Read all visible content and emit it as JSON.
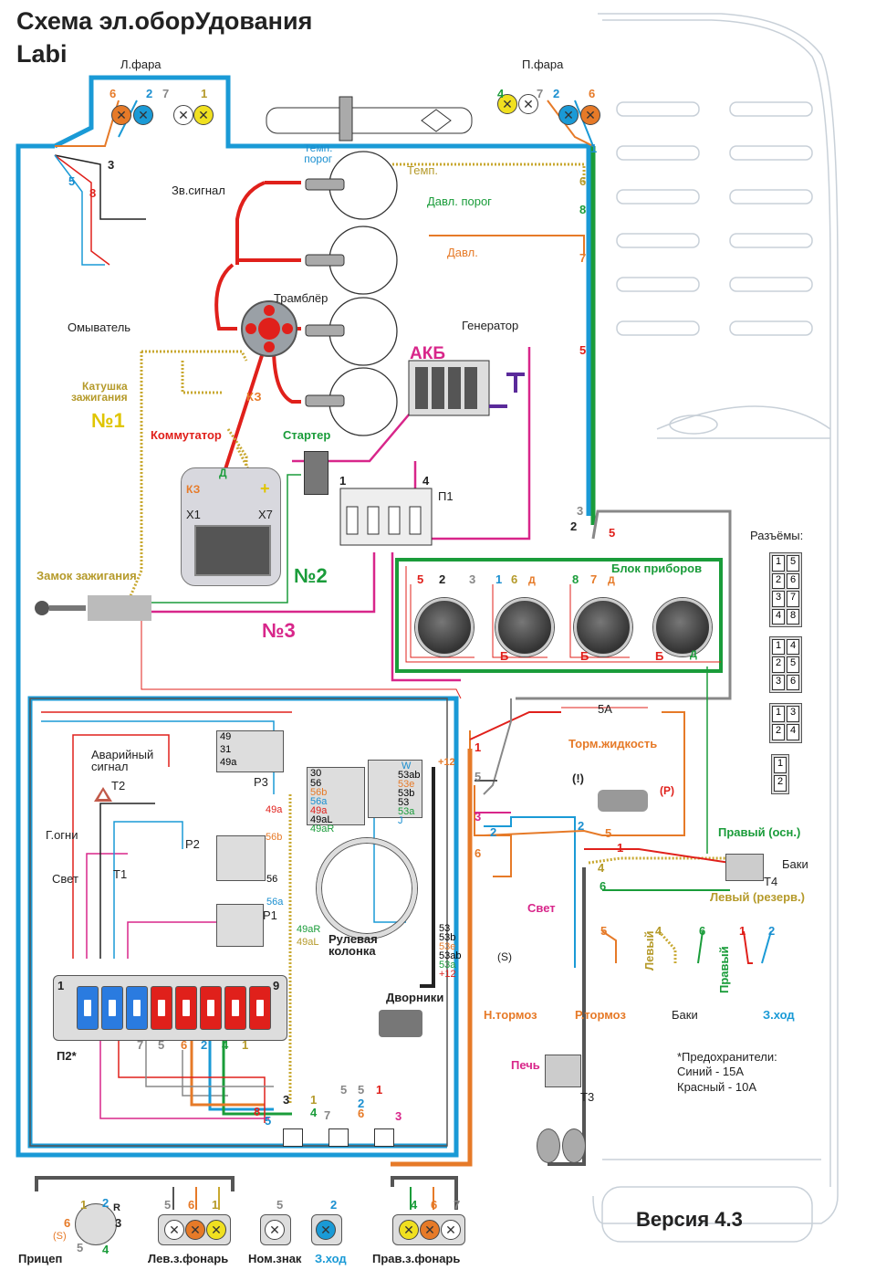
{
  "title": {
    "line1": "Схема эл.оборУдования",
    "line2": "Labi"
  },
  "version": "Версия 4.3",
  "headlights": {
    "left": "Л.фара",
    "right": "П.фара"
  },
  "labels": {
    "temp_threshold": "Темп.\nпорог",
    "temp": "Темп.",
    "pressure_threshold": "Давл. порог",
    "pressure": "Давл.",
    "horn": "Зв.сигнал",
    "washer": "Омыватель",
    "distributor": "Трамблёр",
    "generator": "Генератор",
    "battery": "АКБ",
    "ignition_coil": "Катушка\nзажигания",
    "coil_no": "№1",
    "switch_unit": "Коммутатор",
    "k3_top": "КЗ",
    "k3_side": "КЗ",
    "d_label": "Д",
    "plus": "+",
    "x1": "X1",
    "x7": "X7",
    "starter": "Стартер",
    "p1": "П1",
    "p1_pin1": "1",
    "p1_pin4": "4",
    "ignition_lock": "Замок зажигания",
    "no2": "№2",
    "no3": "№3",
    "instrument_cluster": "Блок приборов",
    "connectors": "Разъёмы:",
    "hazard": "Аварийный\nсигнал",
    "t2": "Т2",
    "p3": "Р3",
    "side_lights": "Г.огни",
    "light": "Свет",
    "t1": "Т1",
    "p2": "Р2",
    "p1_relay": "Р1",
    "steering": "Рулевая\nколонка",
    "wipers": "Дворники",
    "fuse_box": "П2*",
    "brake_fluid": "Торм.жидкость",
    "fuse_5a": "5А",
    "right_main": "Правый (осн.)",
    "left_reserve": "Левый (резерв.)",
    "tanks": "Баки",
    "t4": "Т4",
    "light2": "Свет",
    "hand_brake_low": "Н.тормоз",
    "park_brake": "Р.тормоз",
    "tanks2": "Баки",
    "left_tank": "Левый",
    "right_tank": "Правый",
    "reverse": "З.ход",
    "heater": "Печь",
    "t3": "Т3",
    "fuses_note": "*Предохранители:\nСиний - 15А\nКрасный - 10А",
    "trailer": "Прицеп",
    "left_rear": "Лев.з.фонарь",
    "plate": "Ном.знак",
    "reverse2": "З.ход",
    "right_rear": "Прав.з.фонарь",
    "plus12": "+12",
    "p_letter": "(Р)",
    "s_letter": "(S)",
    "excl": "(!)",
    "b1": "Б",
    "b2": "Б",
    "b3": "Б",
    "d1": "Д",
    "d2": "Д",
    "d3": "Д"
  },
  "relay_pins": {
    "p3": [
      "49",
      "31",
      "49a"
    ],
    "steer_left": [
      "30",
      "56",
      "56b",
      "56a",
      "49a",
      "49aL",
      "49aR"
    ],
    "steer_right": [
      "W",
      "53ab",
      "53e",
      "53b",
      "53",
      "53a",
      "J"
    ],
    "wiper_pins": [
      "53",
      "53b",
      "53e",
      "53ab",
      "53a",
      "+12"
    ],
    "left_marks": [
      "49a",
      "56b",
      "56",
      "56a",
      "49aR",
      "49aL"
    ]
  },
  "fuse_box": {
    "left_num": "1",
    "right_num": "9",
    "colors": [
      "blue",
      "blue",
      "blue",
      "red",
      "red",
      "red",
      "red",
      "red"
    ]
  },
  "connector_grid": [
    [
      "1",
      "5",
      "2",
      "6",
      "3",
      "7",
      "4",
      "8"
    ],
    [
      "1",
      "4",
      "2",
      "5",
      "3",
      "6"
    ],
    [
      "1",
      "3",
      "2",
      "4"
    ],
    [
      "1",
      "2"
    ]
  ],
  "wire_numbers": {
    "headlight_left": [
      "6",
      "2",
      "7",
      "1"
    ],
    "headlight_right": [
      "4",
      "7",
      "2",
      "6"
    ],
    "left_harness": [
      "3",
      "5",
      "8"
    ],
    "engine_right": [
      "1",
      "6",
      "8",
      "7",
      "5"
    ],
    "cluster_top": [
      "2",
      "5",
      "3"
    ],
    "cluster_wires": [
      "5",
      "2",
      "3",
      "1",
      "6",
      "8",
      "7"
    ],
    "mid_bundle": [
      "1",
      "5",
      "3",
      "2",
      "6"
    ],
    "right_bundle": [
      "2",
      "5",
      "1",
      "4",
      "6"
    ],
    "tank_wires": [
      "5",
      "4",
      "6",
      "1",
      "2"
    ],
    "bottom_fuse": [
      "7",
      "5",
      "6",
      "2",
      "4",
      "1"
    ],
    "bottom_conn1": [
      "3",
      "1",
      "4",
      "8",
      "5",
      "7"
    ],
    "bottom_conn2": [
      "5",
      "5",
      "1",
      "2",
      "6",
      "3"
    ],
    "trailer": [
      "1",
      "2",
      "R",
      "3",
      "6",
      "5",
      "4",
      "(S)"
    ],
    "left_rear_nums": [
      "5",
      "6",
      "1"
    ],
    "plate_num": [
      "5"
    ],
    "rev_num": [
      "2"
    ],
    "right_rear_nums": [
      "4",
      "6",
      "7"
    ]
  },
  "colors": {
    "blue": "#1a9ad6",
    "red": "#e0201b",
    "green": "#1a9c3a",
    "magenta": "#d8268a",
    "orange": "#e67a28",
    "gold": "#c8a830",
    "gray": "#888888",
    "yellow": "#f0e020"
  }
}
